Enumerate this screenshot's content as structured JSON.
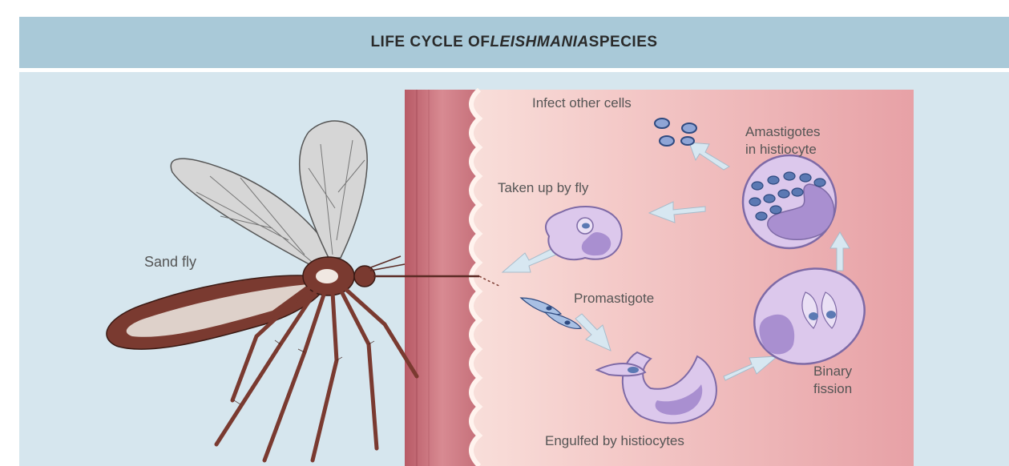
{
  "title": {
    "prefix": "LIFE CYCLE OF ",
    "italic": "LEISHMANIA",
    "suffix": " SPECIES"
  },
  "labels": {
    "sand_fly": "Sand fly",
    "infect_other_cells": "Infect other cells",
    "amastigotes_line1": "Amastigotes",
    "amastigotes_line2": "in histiocyte",
    "taken_up_by_fly": "Taken up by fly",
    "promastigote": "Promastigote",
    "binary_line1": "Binary",
    "binary_line2": "fission",
    "engulfed": "Engulfed by histiocytes"
  },
  "colors": {
    "header": "#a9c9d8",
    "panel": "#d6e6ee",
    "skin_outer": "#c97680",
    "tissue": "#f2c4c4",
    "cell": "#d8c5ea",
    "nucleus": "#a98fd0",
    "parasite": "#5b79b3",
    "arrow": "#d7e7f1",
    "fly_body": "#7a3a30",
    "wing": "#d8d8d8"
  }
}
